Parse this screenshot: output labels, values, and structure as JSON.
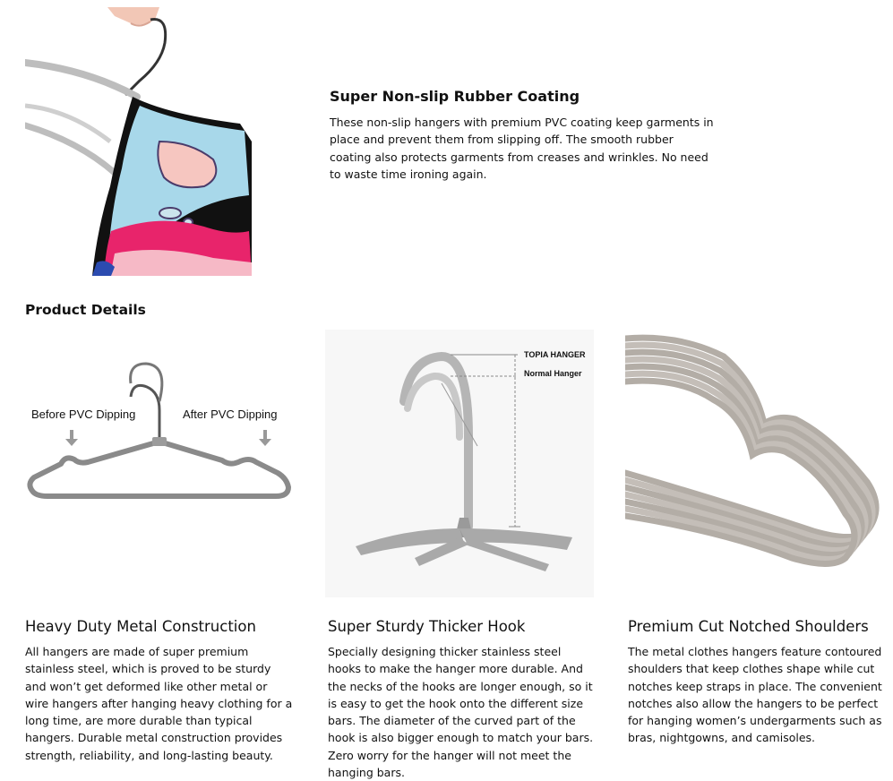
{
  "hero": {
    "title": "Super Non-slip Rubber Coating",
    "text": "These non-slip hangers with premium PVC coating keep garments in place and prevent them from slipping off. The smooth rubber coating also protects garments from creases and wrinkles. No need to waste time ironing again."
  },
  "section": {
    "title": "Product Details"
  },
  "cards": [
    {
      "title": "Heavy Duty Metal Construction",
      "text": "All hangers are made of super premium stainless steel, which is proved to be sturdy and won’t get deformed like other metal or wire hangers after hanging heavy clothing for a long time, are more durable than typical hangers. Durable metal construction provides strength, reliability, and long-lasting beauty.",
      "labels": {
        "before": "Before PVC Dipping",
        "after": "After PVC Dipping"
      }
    },
    {
      "title": "Super Sturdy Thicker Hook",
      "text": "Specially designing thicker stainless steel hooks to make the hanger more durable. And the necks of the hooks are longer enough, so it is easy to get the hook onto the different size bars. The diameter of the curved part of the hook is also bigger enough to match your bars. Zero worry for the hanger will not meet the hanging bars.",
      "labels": {
        "topia": "TOPIA HANGER",
        "normal": "Normal Hanger"
      }
    },
    {
      "title": "Premium Cut Notched Shoulders",
      "text": "The metal clothes hangers feature contoured shoulders that keep clothes shape while cut notches keep straps in place. The convenient notches also allow the hangers to be perfect for hanging women’s undergarments such as bras, nightgowns, and camisoles."
    }
  ]
}
